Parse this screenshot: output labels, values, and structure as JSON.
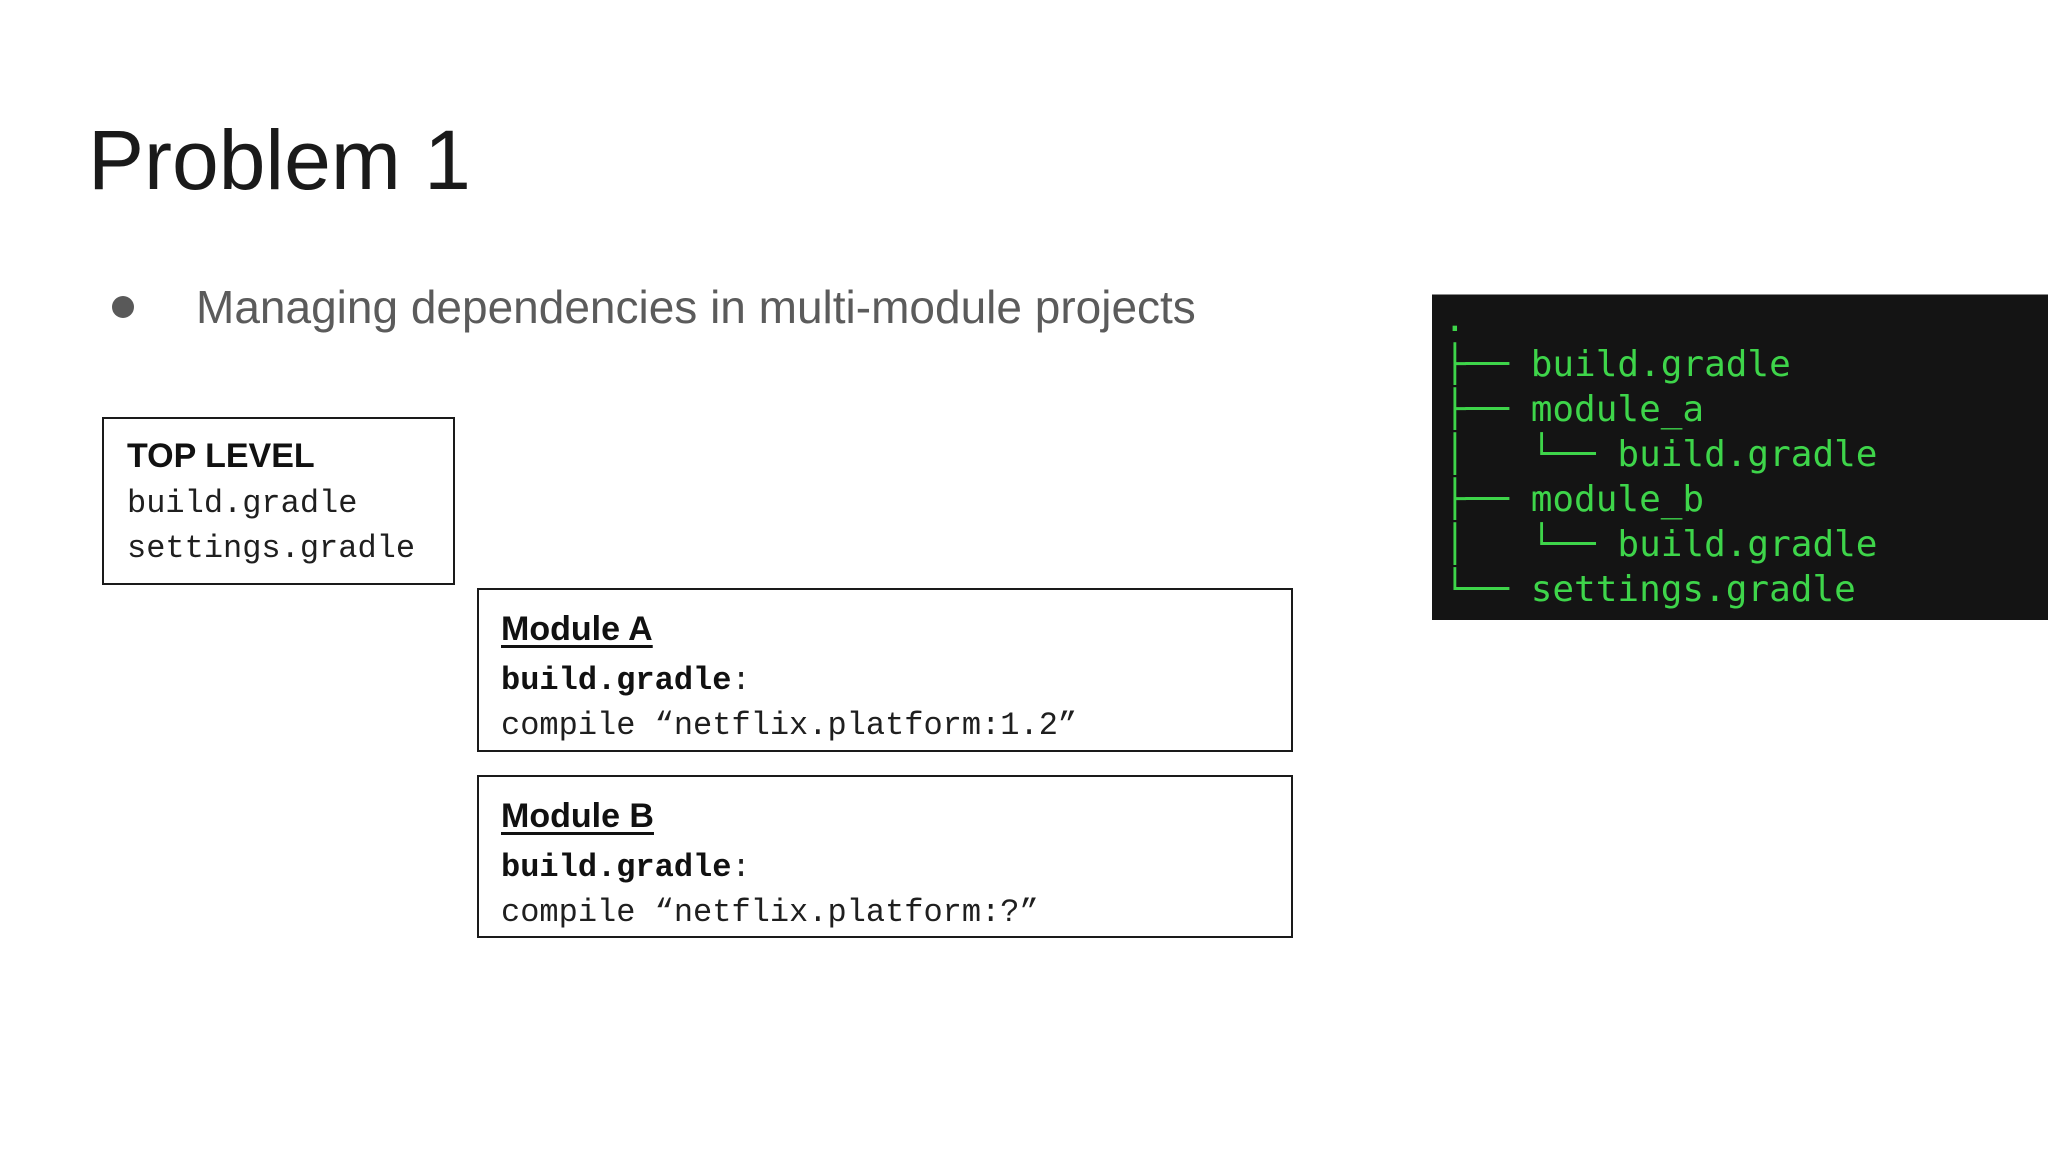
{
  "slide": {
    "title": "Problem 1",
    "bullet_text": "Managing dependencies in multi-module projects"
  },
  "boxes": {
    "top_level": {
      "heading": "TOP LEVEL",
      "line1": "build.gradle",
      "line2": "settings.gradle"
    },
    "module_a": {
      "heading": "Module A",
      "file_label": "build.gradle",
      "file_colon": ":",
      "code": "compile “netflix.platform:1.2”"
    },
    "module_b": {
      "heading": "Module B",
      "file_label": "build.gradle",
      "file_colon": ":",
      "code": "compile “netflix.platform:?”"
    }
  },
  "terminal": {
    "lines": [
      ".",
      "├── build.gradle",
      "├── module_a",
      "│   └── build.gradle",
      "├── module_b",
      "│   └── build.gradle",
      "└── settings.gradle"
    ],
    "text_color": "#3ed54a",
    "background_color": "#141414"
  }
}
